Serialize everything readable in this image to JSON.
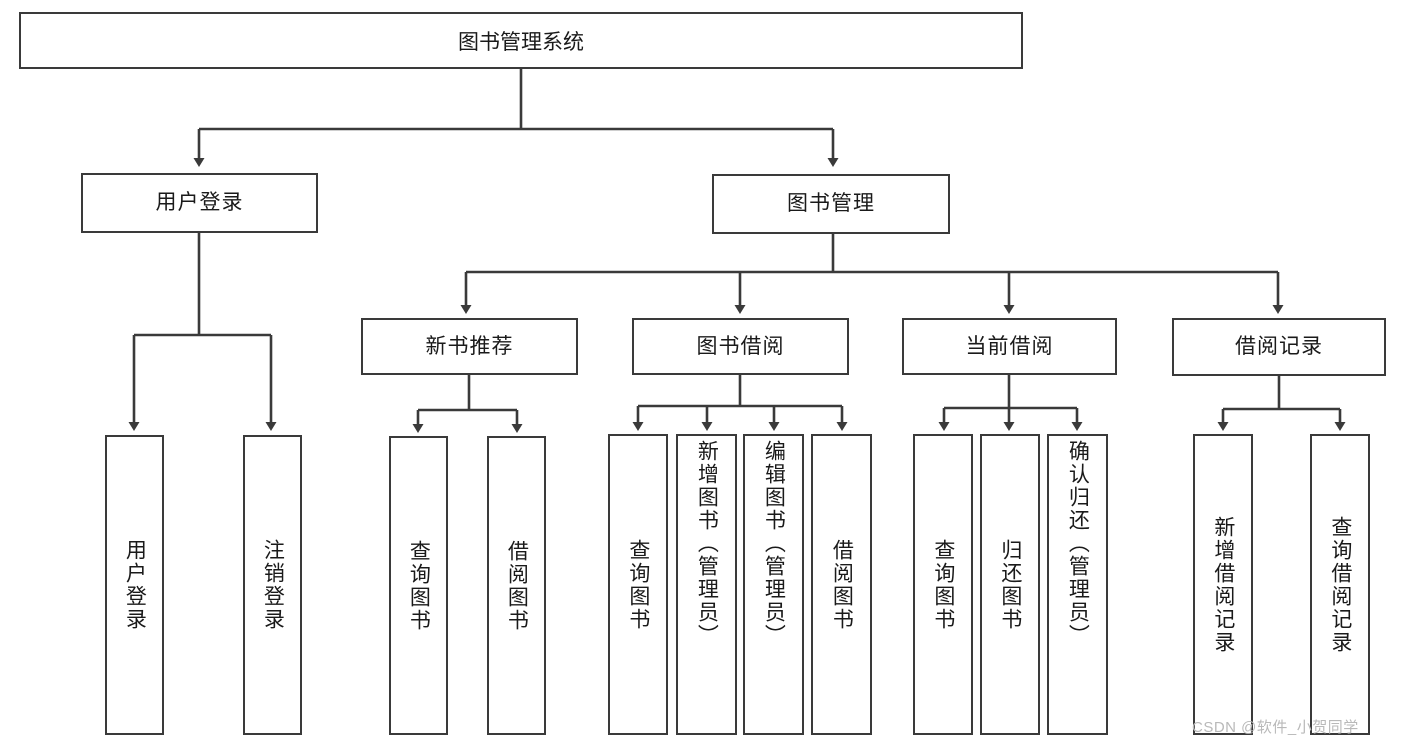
{
  "diagram": {
    "title": "图书管理系统",
    "type": "tree-hierarchy-chart",
    "root": {
      "id": "root",
      "label": "图书管理系统"
    },
    "level2": [
      {
        "id": "user-login",
        "label": "用户登录"
      },
      {
        "id": "book-management",
        "label": "图书管理"
      }
    ],
    "level3": [
      {
        "id": "new-book-recommend",
        "label": "新书推荐",
        "parent": "book-management"
      },
      {
        "id": "book-borrow",
        "label": "图书借阅",
        "parent": "book-management"
      },
      {
        "id": "current-borrow",
        "label": "当前借阅",
        "parent": "book-management"
      },
      {
        "id": "borrow-record",
        "label": "借阅记录",
        "parent": "book-management"
      }
    ],
    "leaves": {
      "user_login": [
        {
          "id": "leaf-user-login",
          "label": "用户登录"
        },
        {
          "id": "leaf-user-logout",
          "label": "注销登录"
        }
      ],
      "new_book_recommend": [
        {
          "id": "leaf-query-book-1",
          "label": "查询图书"
        },
        {
          "id": "leaf-borrow-book-1",
          "label": "借阅图书"
        }
      ],
      "book_borrow": [
        {
          "id": "leaf-query-book-2",
          "label": "查询图书"
        },
        {
          "id": "leaf-add-book",
          "label": "新增图书（管理员）"
        },
        {
          "id": "leaf-edit-book",
          "label": "编辑图书（管理员）"
        },
        {
          "id": "leaf-borrow-book-2",
          "label": "借阅图书"
        }
      ],
      "current_borrow": [
        {
          "id": "leaf-query-book-3",
          "label": "查询图书"
        },
        {
          "id": "leaf-return-book",
          "label": "归还图书"
        },
        {
          "id": "leaf-confirm-return",
          "label": "确认归还（管理员）"
        }
      ],
      "borrow_record": [
        {
          "id": "leaf-add-record",
          "label": "新增借阅记录"
        },
        {
          "id": "leaf-query-record",
          "label": "查询借阅记录"
        }
      ]
    }
  },
  "watermark": {
    "text": "CSDN @软件_小贺同学"
  },
  "colors": {
    "border": "#3a3a3a",
    "background": "#ffffff",
    "text": "#1a1a1a",
    "watermark": "#b9b9b9"
  }
}
